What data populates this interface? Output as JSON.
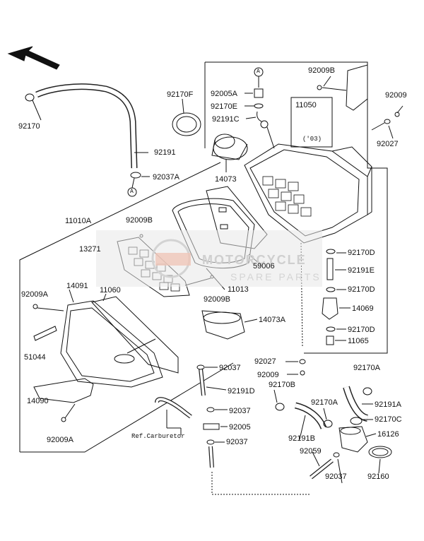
{
  "watermark": {
    "line1": "MOTORCYCLE",
    "line2": "SPARE PARTS"
  },
  "notes": {
    "ref_carburetor": "Ref.Carburetor",
    "year_note": "('03)",
    "callout_a": "A"
  },
  "parts": {
    "p92170": "92170",
    "p92191": "92191",
    "p92037A": "92037A",
    "p92170F": "92170F",
    "p14073": "14073",
    "p92005A": "92005A",
    "p92170E": "92170E",
    "p92191C": "92191C",
    "p11050": "11050",
    "p92009B_top": "92009B",
    "p92009_right": "92009",
    "p92027_right": "92027",
    "p11010A": "11010A",
    "p92009B_left": "92009B",
    "p13271": "13271",
    "p59006": "59006",
    "p11013": "11013",
    "p92009B_mid": "92009B",
    "p92170D_1": "92170D",
    "p92191E": "92191E",
    "p92170D_2": "92170D",
    "p14069": "14069",
    "p92170D_3": "92170D",
    "p11065": "11065",
    "p92009A_top": "92009A",
    "p14091": "14091",
    "p11060": "11060",
    "p51044": "51044",
    "p14073A": "14073A",
    "p14090": "14090",
    "p92009A_bot": "92009A",
    "p92037_1": "92037",
    "p92191D": "92191D",
    "p92037_2": "92037",
    "p92005": "92005",
    "p92037_3": "92037",
    "p92027_bot": "92027",
    "p92009_bot": "92009",
    "p92170B": "92170B",
    "p92170A_1": "92170A",
    "p92191A": "92191A",
    "p92170C": "92170C",
    "p92170A_2": "92170A",
    "p92191B": "92191B",
    "p16126": "16126",
    "p92059": "92059",
    "p92037_4": "92037",
    "p92160": "92160"
  }
}
